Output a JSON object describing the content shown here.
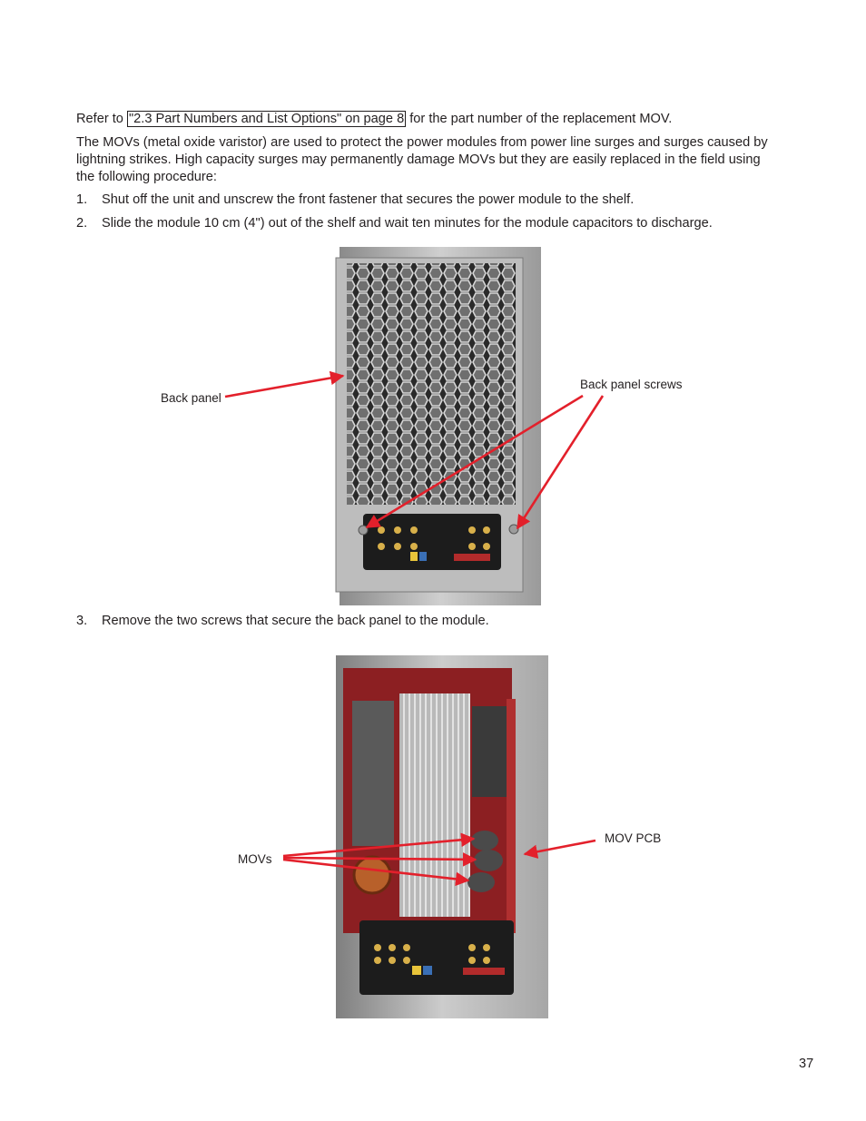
{
  "intro": {
    "prefix": "Refer to ",
    "link_text": "\"2.3 Part Numbers and List Options\" on page 8",
    "suffix": " for the part number of the replacement MOV."
  },
  "description": "The MOVs (metal oxide varistor) are used to protect the power modules from power line surges and surges caused by lightning strikes. High capacity surges may permanently damage MOVs but they are easily replaced in the field using the following procedure:",
  "steps": [
    {
      "num": "1.",
      "text": "Shut off the unit and unscrew the front fastener that secures the power module to the shelf."
    },
    {
      "num": "2.",
      "text": "Slide the module 10 cm (4\") out of the shelf and wait ten minutes for the module capacitors to discharge."
    },
    {
      "num": "3.",
      "text": "Remove the two screws that secure the back panel to the module."
    }
  ],
  "figure1": {
    "labels": {
      "back_panel": "Back panel",
      "back_panel_screws": "Back panel screws"
    }
  },
  "figure2": {
    "labels": {
      "movs": "MOVs",
      "mov_pcb": "MOV PCB"
    }
  },
  "page_number": "37",
  "colors": {
    "arrow": "#e3202b",
    "text": "#231f20"
  }
}
